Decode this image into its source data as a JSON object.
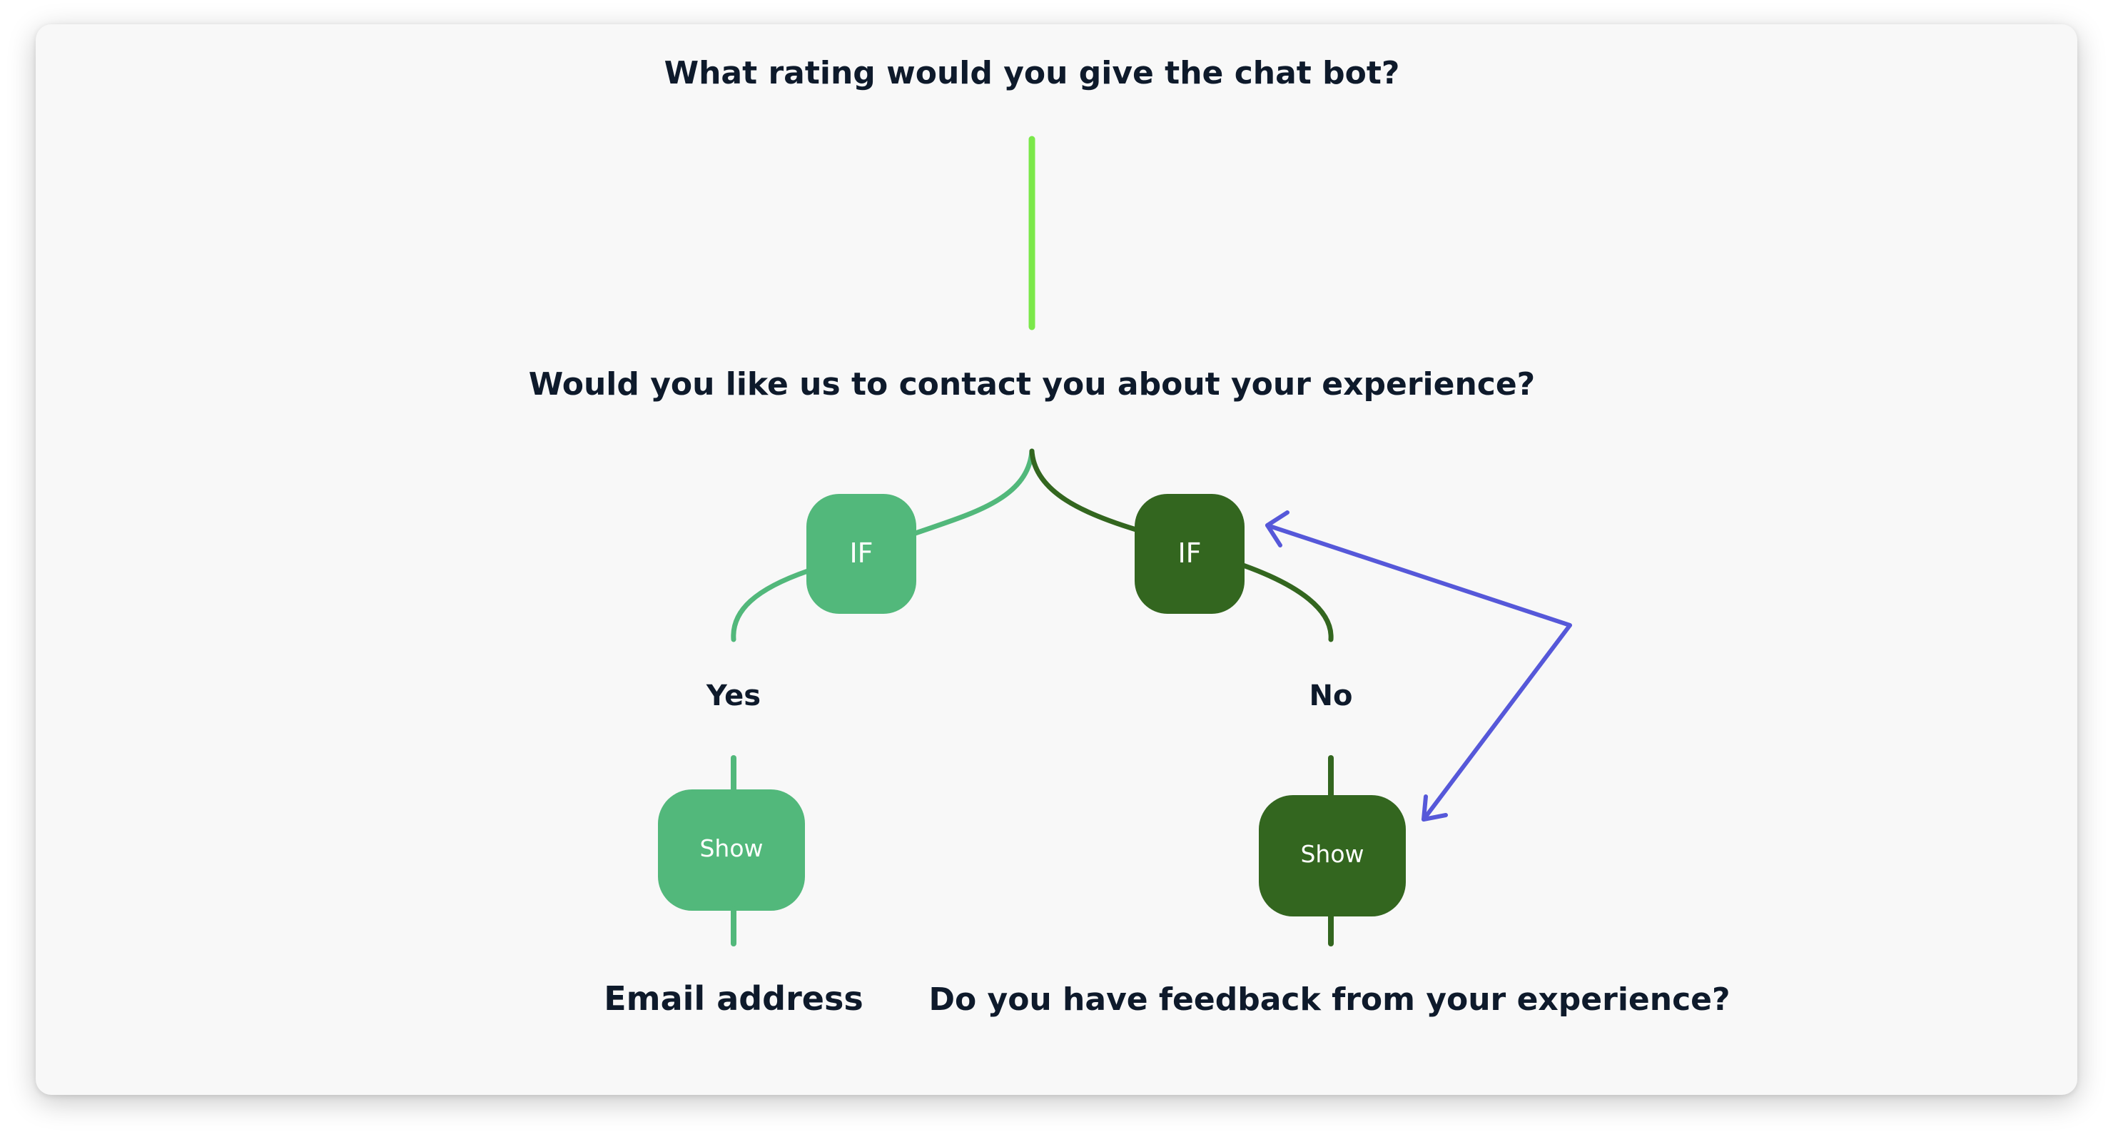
{
  "questions": {
    "rating": "What rating would you give the chat bot?",
    "contact": "Would you like us to contact you about your experience?",
    "email": "Email address",
    "feedback": "Do you have feedback from your experience?"
  },
  "branches": {
    "yes": {
      "if_label": "IF",
      "answer": "Yes",
      "action": "Show"
    },
    "no": {
      "if_label": "IF",
      "answer": "No",
      "action": "Show"
    }
  },
  "colors": {
    "background": "#f8f8f8",
    "text": "#0e1a2b",
    "main_connector": "#7be84a",
    "yes_branch": "#52b87b",
    "no_branch": "#33661f",
    "arrow": "#5658d9"
  }
}
